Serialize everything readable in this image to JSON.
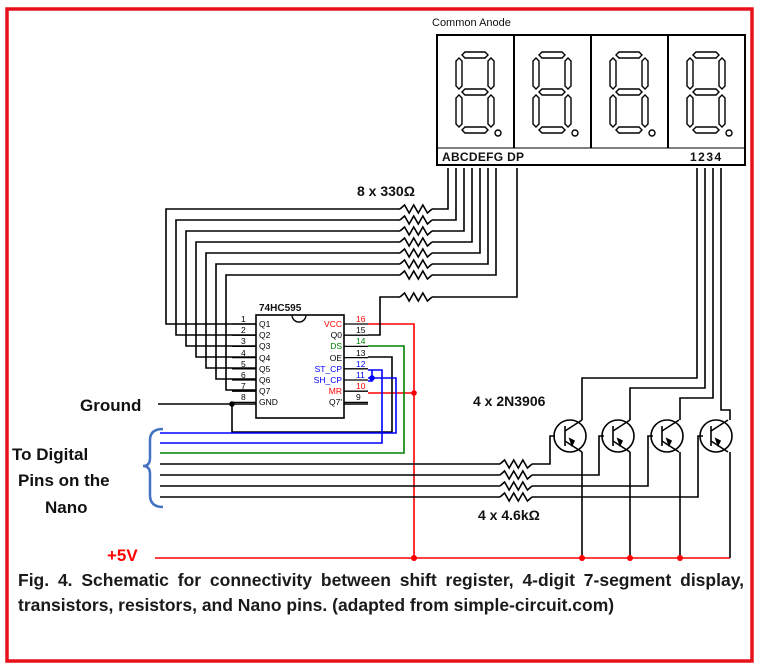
{
  "display": {
    "title": "Common Anode",
    "segment_pins": "ABCDEFG DP",
    "digit_pins": "1234",
    "digit_count": 4
  },
  "resistors_top": {
    "label": "8 x 330Ω",
    "count": 8
  },
  "chip": {
    "name": "74HC595",
    "left_pins": [
      {
        "num": "1",
        "name": "Q1"
      },
      {
        "num": "2",
        "name": "Q2"
      },
      {
        "num": "3",
        "name": "Q3"
      },
      {
        "num": "4",
        "name": "Q4"
      },
      {
        "num": "5",
        "name": "Q5"
      },
      {
        "num": "6",
        "name": "Q6"
      },
      {
        "num": "7",
        "name": "Q7"
      },
      {
        "num": "8",
        "name": "GND"
      }
    ],
    "right_pins": [
      {
        "num": "16",
        "name": "VCC",
        "color": "#ff0000"
      },
      {
        "num": "15",
        "name": "Q0",
        "color": "#000000"
      },
      {
        "num": "14",
        "name": "DS",
        "color": "#008000"
      },
      {
        "num": "13",
        "name": "OE",
        "color": "#000000"
      },
      {
        "num": "12",
        "name": "ST_CP",
        "color": "#0000ff"
      },
      {
        "num": "11",
        "name": "SH_CP",
        "color": "#0000ff"
      },
      {
        "num": "10",
        "name": "MR",
        "color": "#ff0000"
      },
      {
        "num": "9",
        "name": "Q7'",
        "color": "#000000"
      }
    ]
  },
  "labels": {
    "ground": "Ground",
    "digital_pins": [
      "To Digital",
      "Pins on the",
      "Nano"
    ],
    "transistors": "4 x 2N3906",
    "resistors_bottom": "4 x 4.6kΩ",
    "vplus": "+5V"
  },
  "caption": "Fig. 4. Schematic for connectivity between shift register, 4-digit 7-segment display, transistors, resistors, and Nano pins. (adapted from simple-circuit.com)",
  "colors": {
    "border": "#e8101a",
    "wire": "#000000",
    "power": "#ff0000",
    "data": "#008000",
    "clock": "#0000ff",
    "bracket": "#4472c4"
  }
}
